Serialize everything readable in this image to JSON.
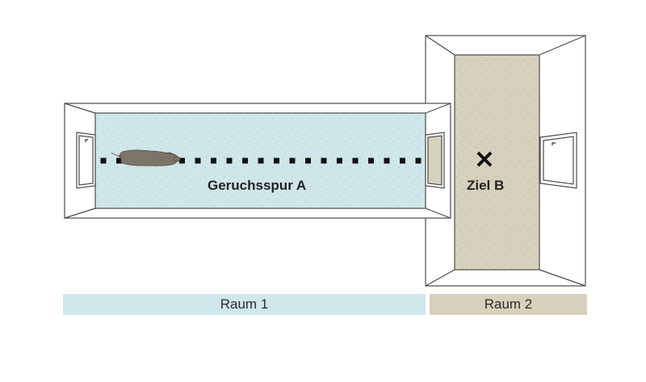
{
  "labels": {
    "trail": "Geruchsspur A",
    "goal": "Ziel B",
    "room1": "Raum 1",
    "room2": "Raum 2",
    "goal_marker": "✕"
  },
  "colors": {
    "room1_floor": "#cfe6ea",
    "room2_floor": "#d6d1bc",
    "wall_line": "#4a4a4a",
    "trail_dots": "#111111",
    "dog": "#7d7468"
  },
  "trail": {
    "dot_count": 21
  }
}
